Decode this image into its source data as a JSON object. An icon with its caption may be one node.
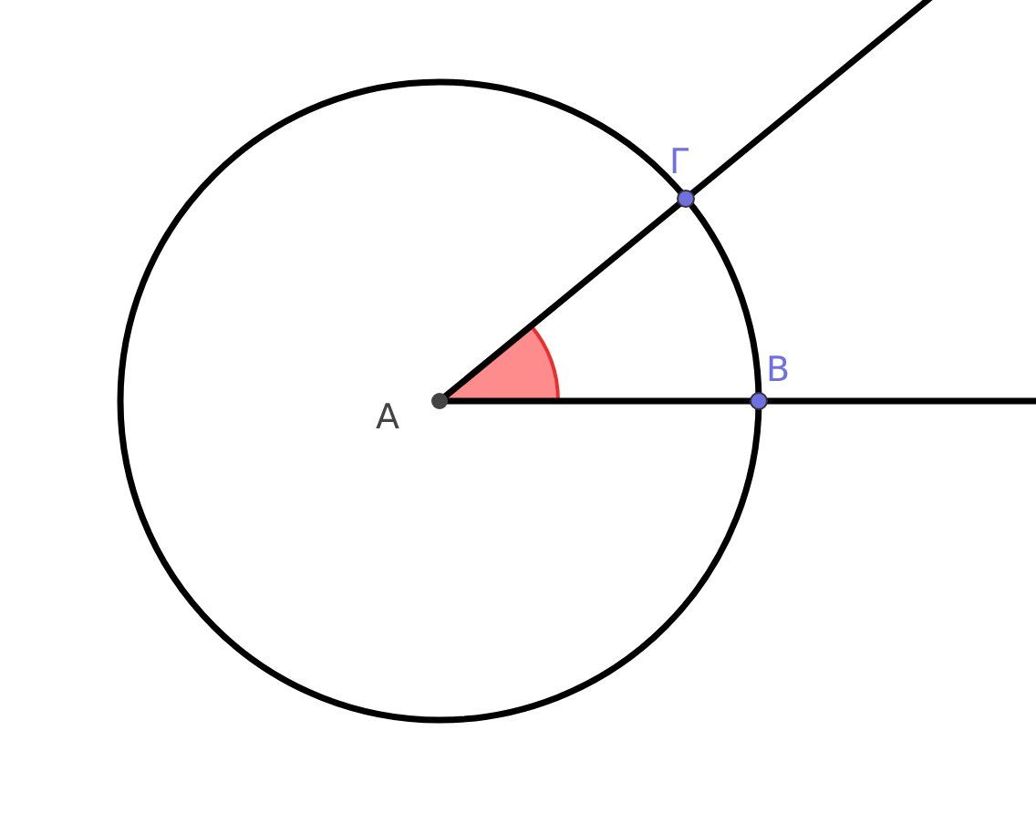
{
  "diagram": {
    "labels": [
      "Γ",
      "B",
      "A"
    ]
  }
}
